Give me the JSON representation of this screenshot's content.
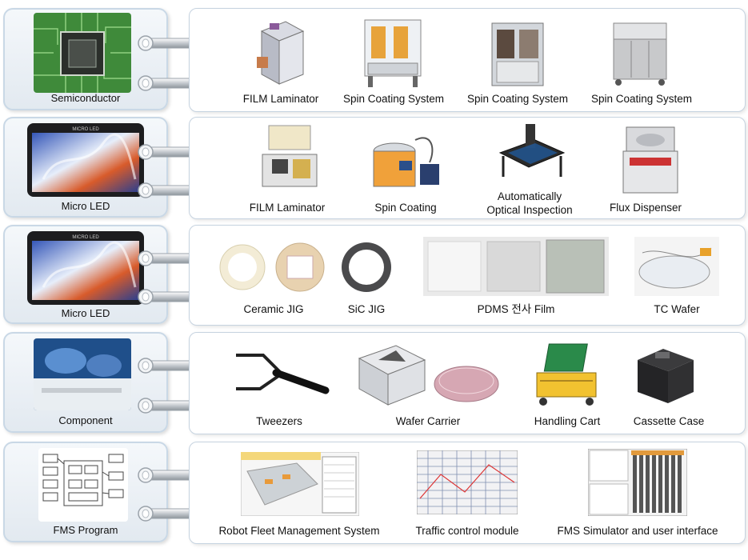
{
  "rows": [
    {
      "category": "Semiconductor",
      "items": [
        "FILM Laminator",
        "Spin Coating System",
        "Spin Coating System",
        "Spin Coating System"
      ]
    },
    {
      "category": "Micro LED",
      "items": [
        "FILM Laminator",
        "Spin Coating",
        "Automatically",
        "Optical Inspection",
        "Flux Dispenser"
      ]
    },
    {
      "category": "Micro LED",
      "items": [
        "Ceramic JIG",
        "SiC JIG",
        "PDMS 전사 Film",
        "TC Wafer"
      ]
    },
    {
      "category": "Component",
      "items": [
        "Tweezers",
        "Wafer Carrier",
        "Handling Cart",
        "Cassette Case"
      ]
    },
    {
      "category": "FMS Program",
      "items": [
        "Robot Fleet Management System",
        "Traffic control module",
        "FMS Simulator and user interface"
      ]
    }
  ],
  "brand_text": "MICRO LED",
  "colors": {
    "card_border": "#c6d3e0",
    "card_bg": "#e2e9f0",
    "chip_green": "#3f8a3a"
  }
}
